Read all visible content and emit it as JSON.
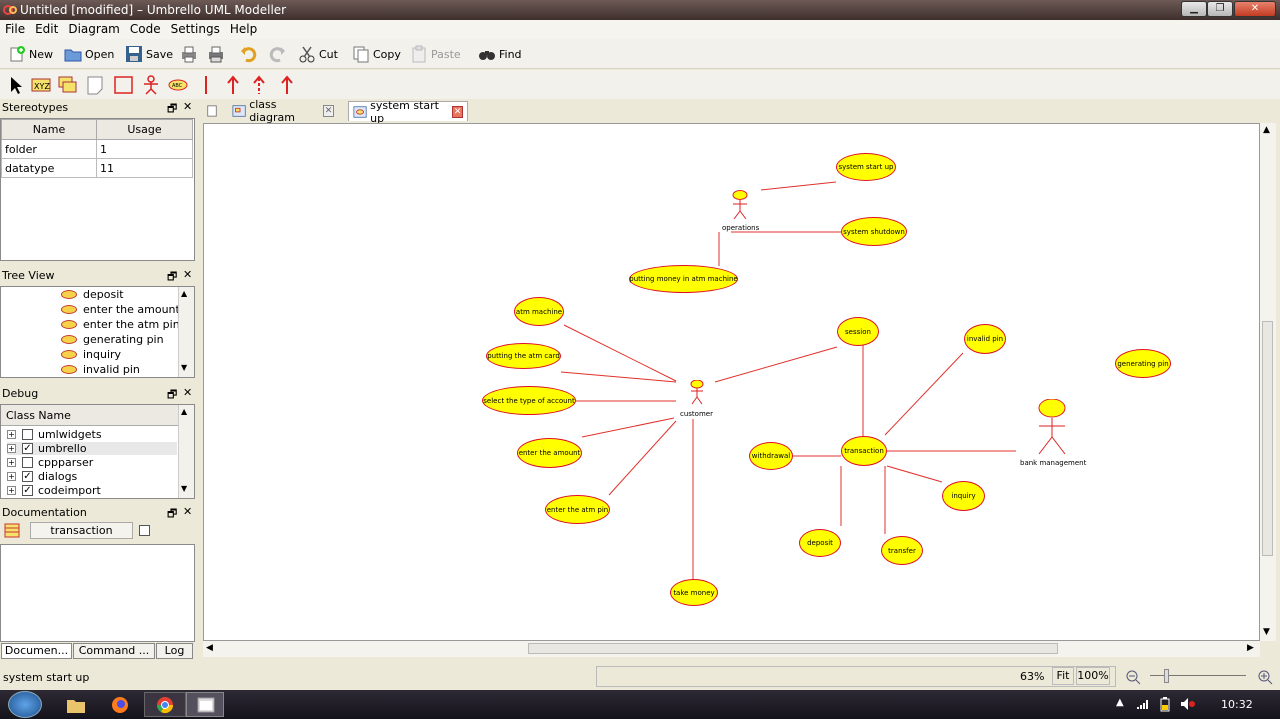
{
  "window": {
    "title": "Untitled [modified] – Umbrello UML Modeller",
    "min_btn": "▁",
    "max_btn": "❐",
    "close_btn": "✕"
  },
  "menu": [
    "File",
    "Edit",
    "Diagram",
    "Code",
    "Settings",
    "Help"
  ],
  "toolbar": {
    "new": "New",
    "open": "Open",
    "save": "Save",
    "cut": "Cut",
    "copy": "Copy",
    "paste": "Paste",
    "find": "Find"
  },
  "stereotypes": {
    "title": "Stereotypes",
    "col_name": "Name",
    "col_usage": "Usage",
    "rows": [
      {
        "name": "folder",
        "usage": "1"
      },
      {
        "name": "datatype",
        "usage": "11"
      }
    ]
  },
  "tree_view": {
    "title": "Tree View",
    "items": [
      "deposit",
      "enter the amount",
      "enter the atm pin",
      "generating pin",
      "inquiry",
      "invalid pin"
    ]
  },
  "debug": {
    "title": "Debug",
    "col": "Class Name",
    "rows": [
      {
        "label": "umlwidgets",
        "checked": false
      },
      {
        "label": "umbrello",
        "checked": true
      },
      {
        "label": "cppparser",
        "checked": false
      },
      {
        "label": "dialogs",
        "checked": true
      },
      {
        "label": "codeimport",
        "checked": true
      }
    ]
  },
  "documentation": {
    "title": "Documentation",
    "field": "transaction"
  },
  "bottom_tabs": [
    "Documen...",
    "Command ...",
    "Log"
  ],
  "diagram_tabs": [
    {
      "label": "class diagram",
      "active": false
    },
    {
      "label": "system start up",
      "active": true
    }
  ],
  "diagram": {
    "actors": [
      {
        "id": "operations",
        "label": "operations"
      },
      {
        "id": "customer",
        "label": "customer"
      },
      {
        "id": "bank",
        "label": "bank management"
      }
    ],
    "use_cases": [
      {
        "id": "uc_start",
        "label": "system start up"
      },
      {
        "id": "uc_shutdown",
        "label": "system shutdown"
      },
      {
        "id": "uc_putmoney",
        "label": "putting money in atm machine"
      },
      {
        "id": "uc_atm",
        "label": "atm machine"
      },
      {
        "id": "uc_card",
        "label": "putting the atm card"
      },
      {
        "id": "uc_select",
        "label": "select the type of account"
      },
      {
        "id": "uc_amount",
        "label": "enter the amount"
      },
      {
        "id": "uc_pin",
        "label": "enter the atm pin"
      },
      {
        "id": "uc_take",
        "label": "take money"
      },
      {
        "id": "uc_session",
        "label": "session"
      },
      {
        "id": "uc_invalid",
        "label": "invalid pin"
      },
      {
        "id": "uc_genpin",
        "label": "generating pin"
      },
      {
        "id": "uc_withdrawal",
        "label": "withdrawal"
      },
      {
        "id": "uc_transaction",
        "label": "transaction"
      },
      {
        "id": "uc_inquiry",
        "label": "inquiry"
      },
      {
        "id": "uc_deposit",
        "label": "deposit"
      },
      {
        "id": "uc_transfer",
        "label": "transfer"
      }
    ]
  },
  "status": {
    "text": "system start up",
    "zoom": "63%",
    "fit": "Fit",
    "full": "100%"
  },
  "clock": "10:32",
  "colors": {
    "usecase_fill": "#ffff00",
    "line": "#e0302a",
    "actor_fill": "#ffff00"
  }
}
